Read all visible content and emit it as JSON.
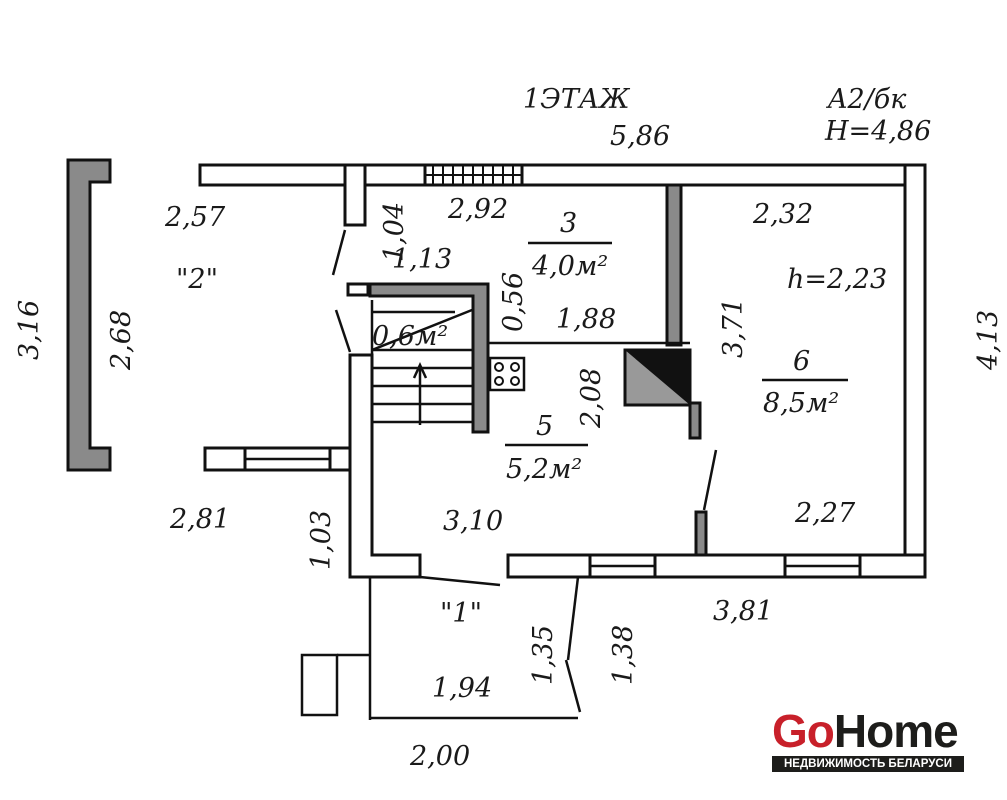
{
  "plan": {
    "floor_title": "1ЭТАЖ",
    "building_code": "A2/бк",
    "height_label": "H=4,86",
    "room_height": "h=2,23",
    "rooms": [
      {
        "number": "3",
        "area": "4,0м²"
      },
      {
        "number": "",
        "area": "0,6м²"
      },
      {
        "number": "5",
        "area": "5,2м²"
      },
      {
        "number": "6",
        "area": "8,5м²"
      }
    ],
    "zones": [
      "\"2\"",
      "\"1\""
    ],
    "dimensions": {
      "top_total": "5,86",
      "d_292": "2,92",
      "d_232": "2,32",
      "d_257": "2,57",
      "d_104": "1,04",
      "d_113": "1,13",
      "d_056": "0,56",
      "d_188": "1,88",
      "d_208": "2,08",
      "d_371": "3,71",
      "d_413": "4,13",
      "d_316": "3,16",
      "d_268": "2,68",
      "d_281": "2,81",
      "d_103": "1,03",
      "d_310": "3,10",
      "d_227": "2,27",
      "d_381": "3,81",
      "d_135": "1,35",
      "d_138": "1,38",
      "d_194": "1,94",
      "d_200": "2,00"
    }
  },
  "logo": {
    "go": "Go",
    "home": "Home",
    "tagline": "НЕДВИЖИМОСТЬ БЕЛАРУСИ"
  }
}
